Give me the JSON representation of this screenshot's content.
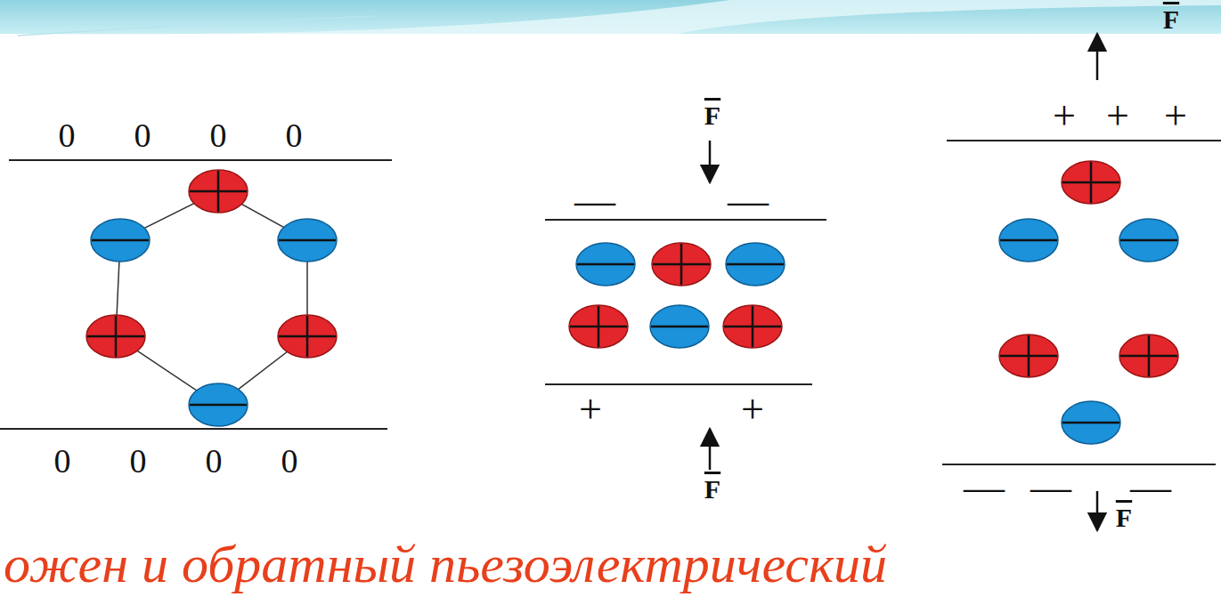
{
  "diagram": {
    "caption": "ожен и обратный пьезоэлектрический",
    "labels": [
      "0",
      "0",
      "0",
      "0",
      "0",
      "0",
      "0",
      "0",
      "F",
      "—",
      "—",
      "+",
      "+",
      "F",
      "F",
      "+",
      "+",
      "+",
      "—",
      "—",
      "—",
      "F"
    ]
  }
}
